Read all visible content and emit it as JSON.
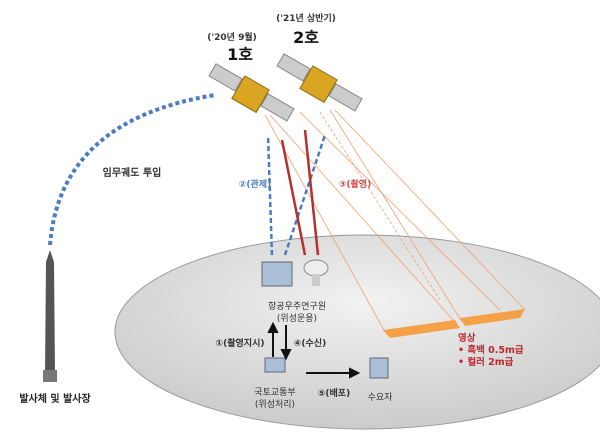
{
  "satellites": [
    {
      "name": "1호",
      "date": "('20년 9월)"
    },
    {
      "name": "2호",
      "date": "('21년 상반기)"
    }
  ],
  "orbit_label": "임무궤도 투입",
  "control_label": "②(관제)",
  "imaging_label": "③(촬영)",
  "kari": {
    "name": "항공우주연구원",
    "role": "(위성운용)"
  },
  "order_label": "①(촬영지시)",
  "receive_label": "④(수신)",
  "molit": {
    "name": "국토교통부",
    "role": "(위성처리)"
  },
  "distribute_label": "⑤(배포)",
  "consumer_label": "수요자",
  "image_spec": {
    "title": "영상",
    "lines": [
      "• 흑백 0.5m급",
      "• 컬러 2m급"
    ]
  },
  "launch_label": "발사체 및 발사장",
  "colors": {
    "blue": "#4a7cc0",
    "red": "#b5312f",
    "orange": "#f7a04a"
  }
}
